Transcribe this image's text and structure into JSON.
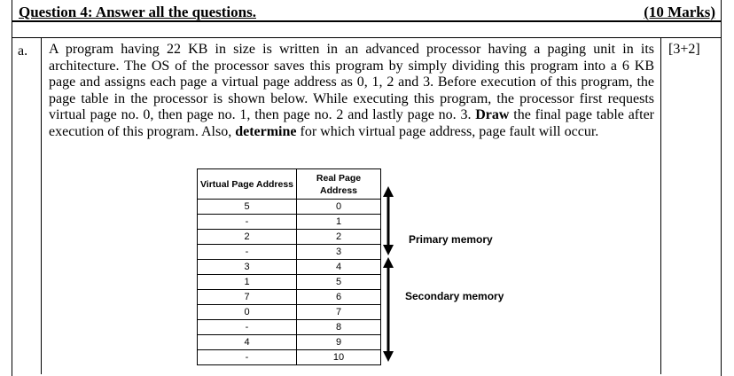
{
  "header": {
    "title": "Question 4: Answer all the questions.",
    "marks": "(10 Marks)"
  },
  "item": {
    "label": "a.",
    "marks": "[3+2]",
    "text_before_draw": "A program having 22 KB in size is written in an advanced processor having a paging unit in its architecture. The OS of the processor saves this program by simply dividing this program into a 6 KB page and assigns each page a virtual page address as 0, 1, 2 and 3. Before execution of this program, the page table in the processor is shown below. While executing this program, the processor first requests virtual page no. 0, then page no. 1, then page no. 2 and lastly page no. 3.",
    "draw_word": "Draw",
    "text_middle": " the final page table after execution of this program. Also, ",
    "determine_word": "determine",
    "text_end": " for which virtual page address, page fault will occur."
  },
  "page_table": {
    "col1_header": "Virtual Page Address",
    "col2_header": "Real Page Address",
    "rows": [
      {
        "virtual": "5",
        "real": "0"
      },
      {
        "virtual": "-",
        "real": "1"
      },
      {
        "virtual": "2",
        "real": "2"
      },
      {
        "virtual": "-",
        "real": "3"
      },
      {
        "virtual": "3",
        "real": "4"
      },
      {
        "virtual": "1",
        "real": "5"
      },
      {
        "virtual": "7",
        "real": "6"
      },
      {
        "virtual": "0",
        "real": "7"
      },
      {
        "virtual": "-",
        "real": "8"
      },
      {
        "virtual": "4",
        "real": "9"
      },
      {
        "virtual": "-",
        "real": "10"
      }
    ]
  },
  "annotations": {
    "primary": "Primary memory",
    "secondary": "Secondary memory"
  }
}
